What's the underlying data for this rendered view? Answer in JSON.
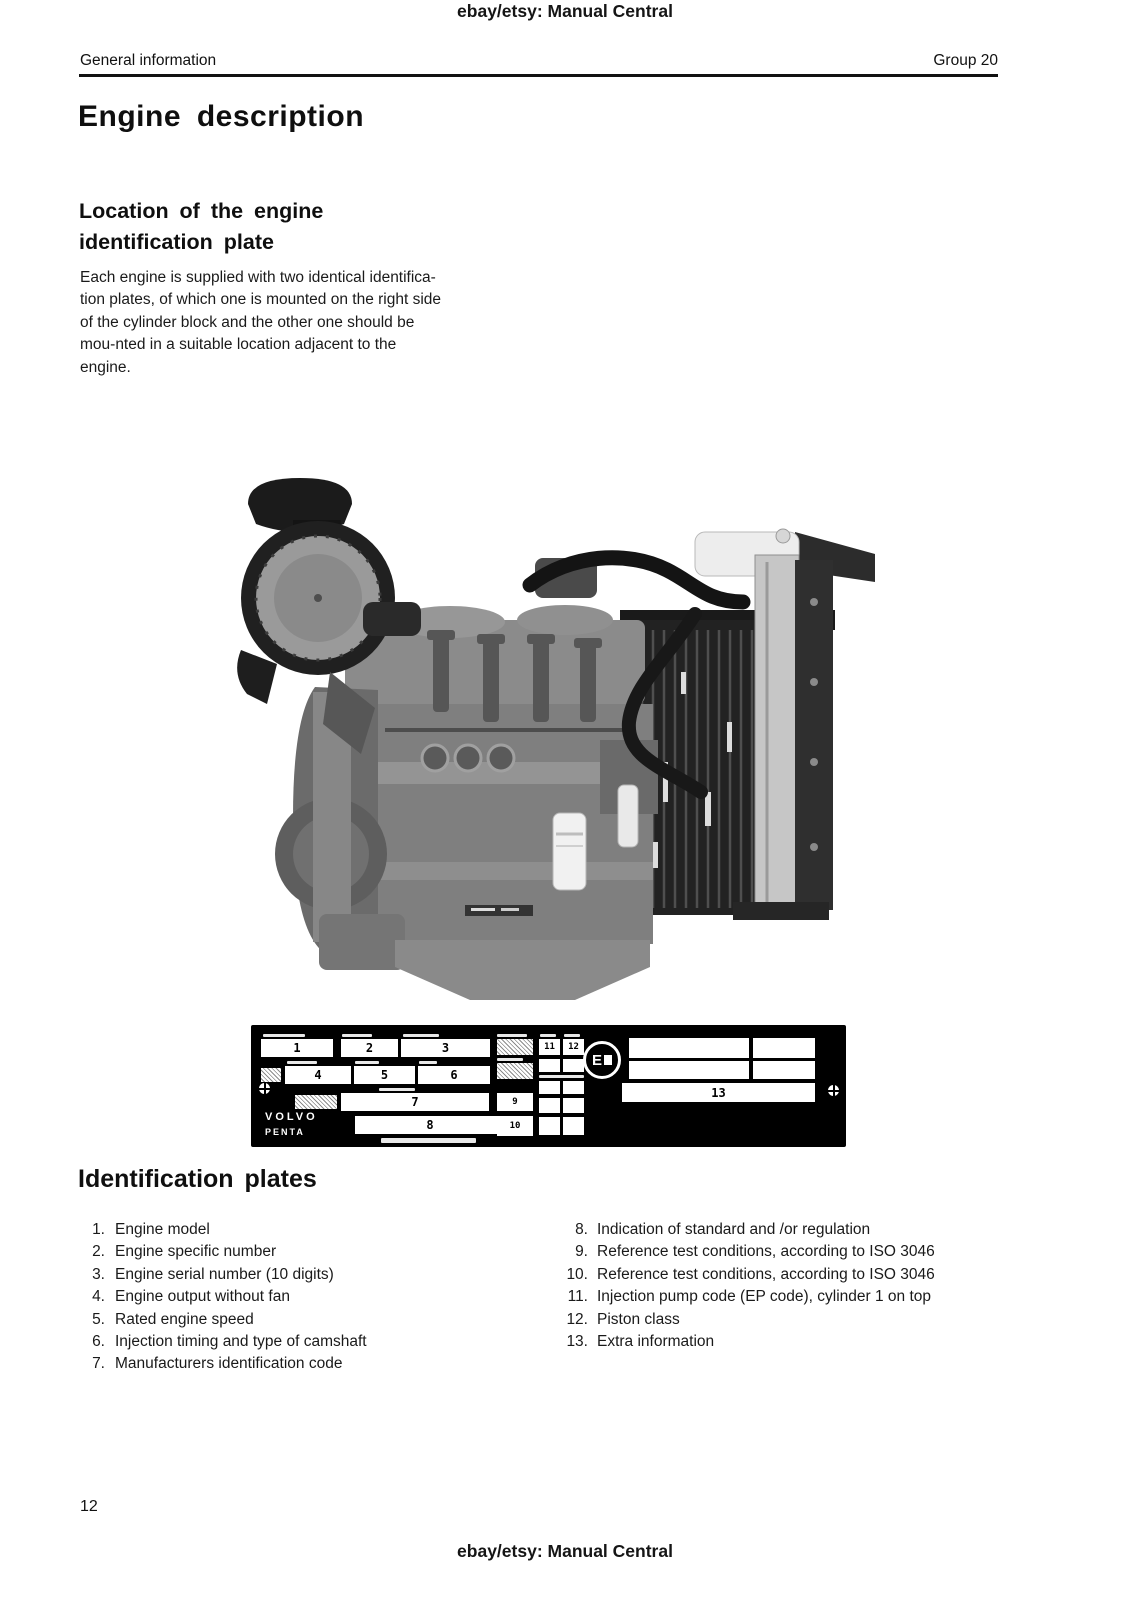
{
  "header": {
    "watermark": "ebay/etsy: Manual Central",
    "left": "General information",
    "right": "Group 20"
  },
  "title": "Engine description",
  "section_location": {
    "heading_lines": [
      "Location of the engine",
      "identification plate"
    ],
    "body_lines": [
      "Each engine is supplied with two identical identifica-",
      "tion plates, of which one is mounted on the right side",
      "of the cylinder block and the other one should be",
      "mou-nted in a suitable location adjacent to the",
      "engine."
    ]
  },
  "plate": {
    "numbers": [
      "1",
      "2",
      "3",
      "4",
      "5",
      "6",
      "7",
      "8",
      "9",
      "10",
      "11",
      "12",
      "13"
    ],
    "brand_line1": "VOLVO",
    "brand_line2": "PENTA",
    "emark": "E"
  },
  "identification": {
    "heading": "Identification plates",
    "left_items": [
      {
        "num": "1.",
        "label": "Engine model"
      },
      {
        "num": "2.",
        "label": "Engine specific number"
      },
      {
        "num": "3.",
        "label": "Engine serial number (10 digits)"
      },
      {
        "num": "4.",
        "label": "Engine output without fan"
      },
      {
        "num": "5.",
        "label": "Rated engine speed"
      },
      {
        "num": "6.",
        "label": "Injection timing and type of camshaft"
      },
      {
        "num": "7.",
        "label": "Manufacturers identification code"
      }
    ],
    "right_items": [
      {
        "num": "8.",
        "label": "Indication of standard and /or regulation"
      },
      {
        "num": "9.",
        "label": "Reference test conditions, according to ISO 3046"
      },
      {
        "num": "10.",
        "label": "Reference test conditions, according to ISO 3046"
      },
      {
        "num": "11.",
        "label": "Injection pump code (EP code), cylinder 1 on top"
      },
      {
        "num": "12.",
        "label": "Piston class"
      },
      {
        "num": "13.",
        "label": "Extra information"
      }
    ]
  },
  "footer": {
    "page_number": "12",
    "watermark": "ebay/etsy: Manual Central"
  }
}
